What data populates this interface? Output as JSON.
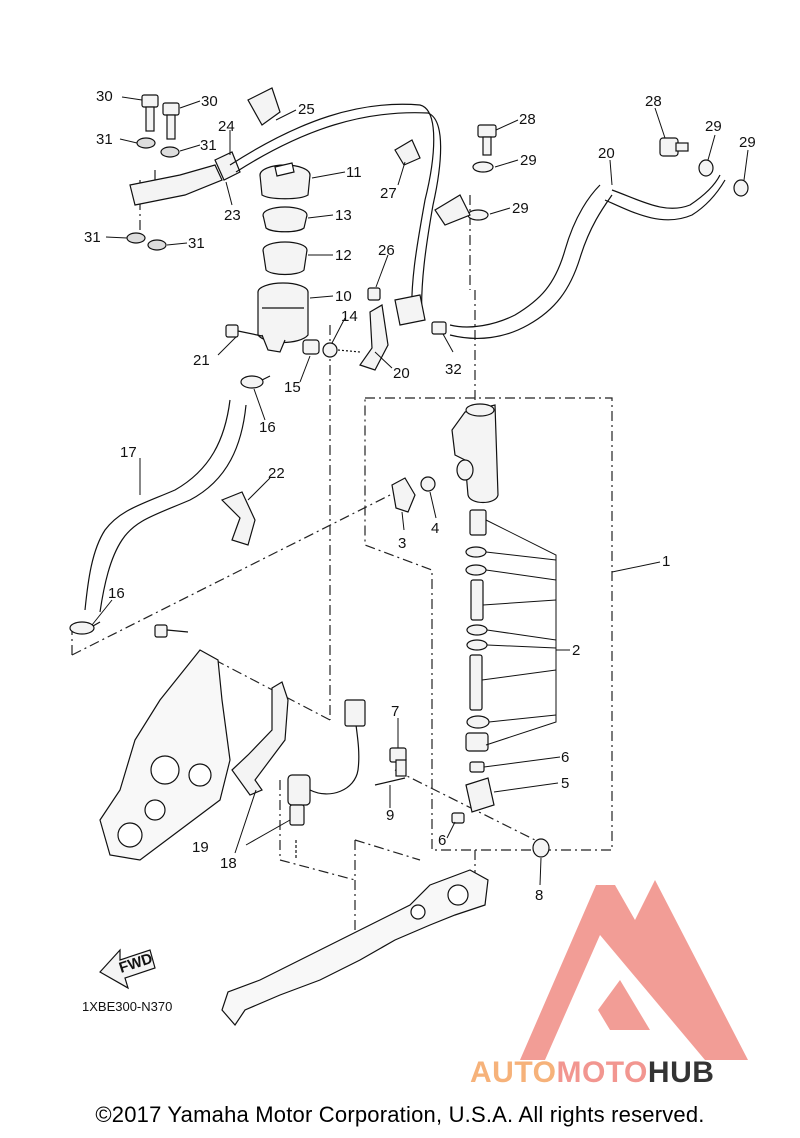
{
  "diagram": {
    "callouts": [
      {
        "id": "c1",
        "text": "1"
      },
      {
        "id": "c2",
        "text": "2"
      },
      {
        "id": "c3",
        "text": "3"
      },
      {
        "id": "c4",
        "text": "4"
      },
      {
        "id": "c5",
        "text": "5"
      },
      {
        "id": "c6a",
        "text": "6"
      },
      {
        "id": "c6b",
        "text": "6"
      },
      {
        "id": "c7",
        "text": "7"
      },
      {
        "id": "c8",
        "text": "8"
      },
      {
        "id": "c9",
        "text": "9"
      },
      {
        "id": "c10",
        "text": "10"
      },
      {
        "id": "c11",
        "text": "11"
      },
      {
        "id": "c12",
        "text": "12"
      },
      {
        "id": "c13",
        "text": "13"
      },
      {
        "id": "c14",
        "text": "14"
      },
      {
        "id": "c15",
        "text": "15"
      },
      {
        "id": "c16a",
        "text": "16"
      },
      {
        "id": "c16b",
        "text": "16"
      },
      {
        "id": "c17",
        "text": "17"
      },
      {
        "id": "c18",
        "text": "18"
      },
      {
        "id": "c19",
        "text": "19"
      },
      {
        "id": "c20a",
        "text": "20"
      },
      {
        "id": "c20b",
        "text": "20"
      },
      {
        "id": "c21",
        "text": "21"
      },
      {
        "id": "c22",
        "text": "22"
      },
      {
        "id": "c23",
        "text": "23"
      },
      {
        "id": "c24",
        "text": "24"
      },
      {
        "id": "c25",
        "text": "25"
      },
      {
        "id": "c26",
        "text": "26"
      },
      {
        "id": "c27",
        "text": "27"
      },
      {
        "id": "c28a",
        "text": "28"
      },
      {
        "id": "c28b",
        "text": "28"
      },
      {
        "id": "c29a",
        "text": "29"
      },
      {
        "id": "c29b",
        "text": "29"
      },
      {
        "id": "c29c",
        "text": "29"
      },
      {
        "id": "c29d",
        "text": "29"
      },
      {
        "id": "c30a",
        "text": "30"
      },
      {
        "id": "c30b",
        "text": "30"
      },
      {
        "id": "c31a",
        "text": "31"
      },
      {
        "id": "c31b",
        "text": "31"
      },
      {
        "id": "c31c",
        "text": "31"
      },
      {
        "id": "c31d",
        "text": "31"
      },
      {
        "id": "c32",
        "text": "32"
      }
    ],
    "fwd_label": "FWD",
    "part_code": "1XBE300-N370",
    "copyright": "©2017 Yamaha Motor Corporation, U.S.A. All rights reserved.",
    "watermark": {
      "part1": "AUTO",
      "part2": "MOTO",
      "part3": "HUB",
      "color_auto": "#f6b27a",
      "color_moto": "#f29690",
      "color_hub": "#333333",
      "logo_color": "#f08c84"
    }
  }
}
